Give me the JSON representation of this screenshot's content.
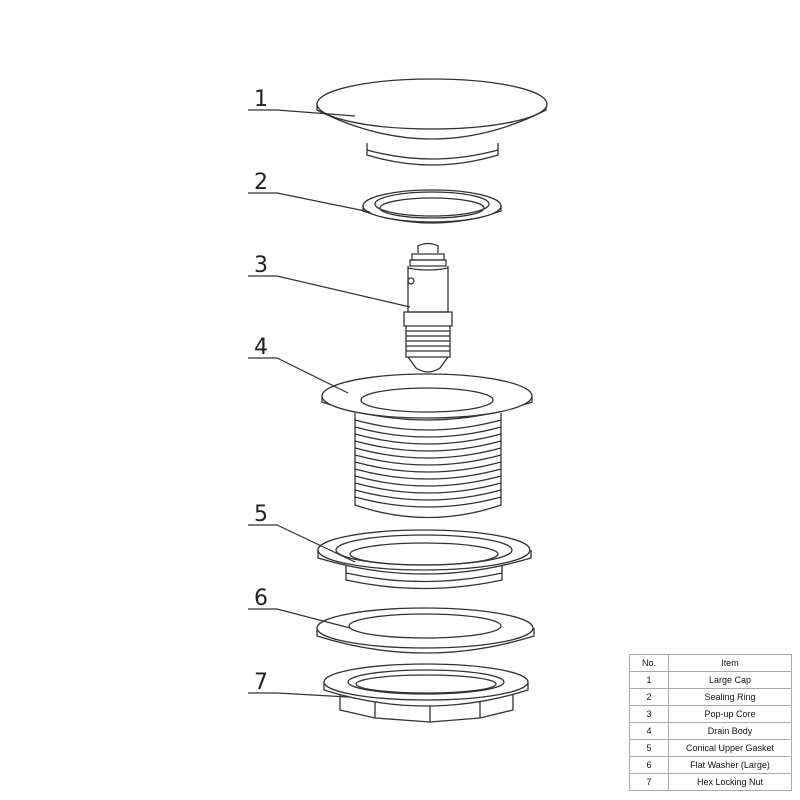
{
  "callouts": [
    {
      "number": "1"
    },
    {
      "number": "2"
    },
    {
      "number": "3"
    },
    {
      "number": "4"
    },
    {
      "number": "5"
    },
    {
      "number": "6"
    },
    {
      "number": "7"
    }
  ],
  "parts_table": {
    "headers": {
      "no": "No.",
      "item": "Item"
    },
    "rows": [
      {
        "no": "1",
        "item": "Large Cap"
      },
      {
        "no": "2",
        "item": "Sealing Ring"
      },
      {
        "no": "3",
        "item": "Pop-up Core"
      },
      {
        "no": "4",
        "item": "Drain Body"
      },
      {
        "no": "5",
        "item": "Conical Upper Gasket"
      },
      {
        "no": "6",
        "item": "Flat Washer (Large)"
      },
      {
        "no": "7",
        "item": "Hex Locking Nut"
      }
    ]
  },
  "colors": {
    "line": "#333333",
    "background": "#ffffff",
    "table_border": "#aaaaaa"
  }
}
